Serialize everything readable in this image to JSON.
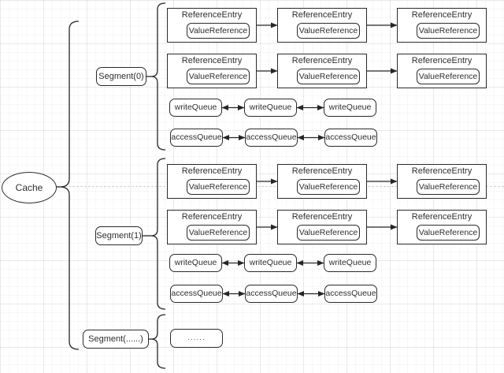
{
  "root": {
    "label": "Cache"
  },
  "segments": [
    {
      "label": "Segment(0)",
      "entry_chains": [
        [
          "ReferenceEntry",
          "ReferenceEntry",
          "ReferenceEntry"
        ],
        [
          "ReferenceEntry",
          "ReferenceEntry",
          "ReferenceEntry"
        ]
      ],
      "entry_value_label": "ValueReference",
      "write_queue": [
        "writeQueue",
        "writeQueue",
        "writeQueue"
      ],
      "access_queue": [
        "accessQueue",
        "accessQueue",
        "accessQueue"
      ]
    },
    {
      "label": "Segment(1)",
      "entry_chains": [
        [
          "ReferenceEntry",
          "ReferenceEntry",
          "ReferenceEntry"
        ],
        [
          "ReferenceEntry",
          "ReferenceEntry",
          "ReferenceEntry"
        ]
      ],
      "entry_value_label": "ValueReference",
      "write_queue": [
        "writeQueue",
        "writeQueue",
        "writeQueue"
      ],
      "access_queue": [
        "accessQueue",
        "accessQueue",
        "accessQueue"
      ]
    },
    {
      "label": "Segment(......)",
      "content": "......"
    }
  ],
  "colors": {
    "stroke": "#2b2b2b",
    "divider": "#cfcfcf",
    "background": "#ffffff"
  }
}
